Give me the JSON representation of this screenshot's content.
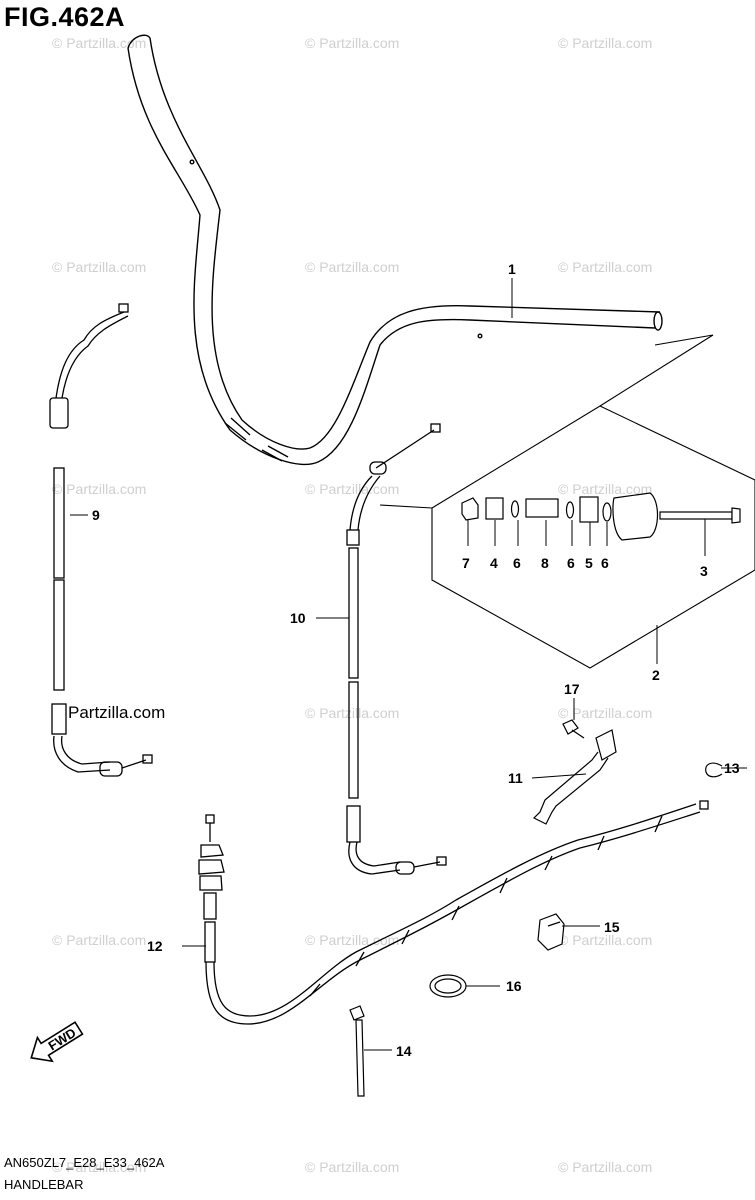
{
  "figure": {
    "title": "FIG.462A",
    "code": "AN650ZL7_E28_E33_462A",
    "name": "HANDLEBAR"
  },
  "direction_badge": "FWD",
  "watermark": {
    "text": "© Partzilla.com",
    "prominent_text": "Partzilla.com"
  },
  "callouts": [
    "1",
    "2",
    "3",
    "4",
    "5",
    "6",
    "6",
    "6",
    "7",
    "8",
    "9",
    "10",
    "11",
    "12",
    "13",
    "14",
    "15",
    "16",
    "17"
  ],
  "colors": {
    "line": "#000000",
    "watermark": "#cfcfcf",
    "background": "#ffffff"
  }
}
